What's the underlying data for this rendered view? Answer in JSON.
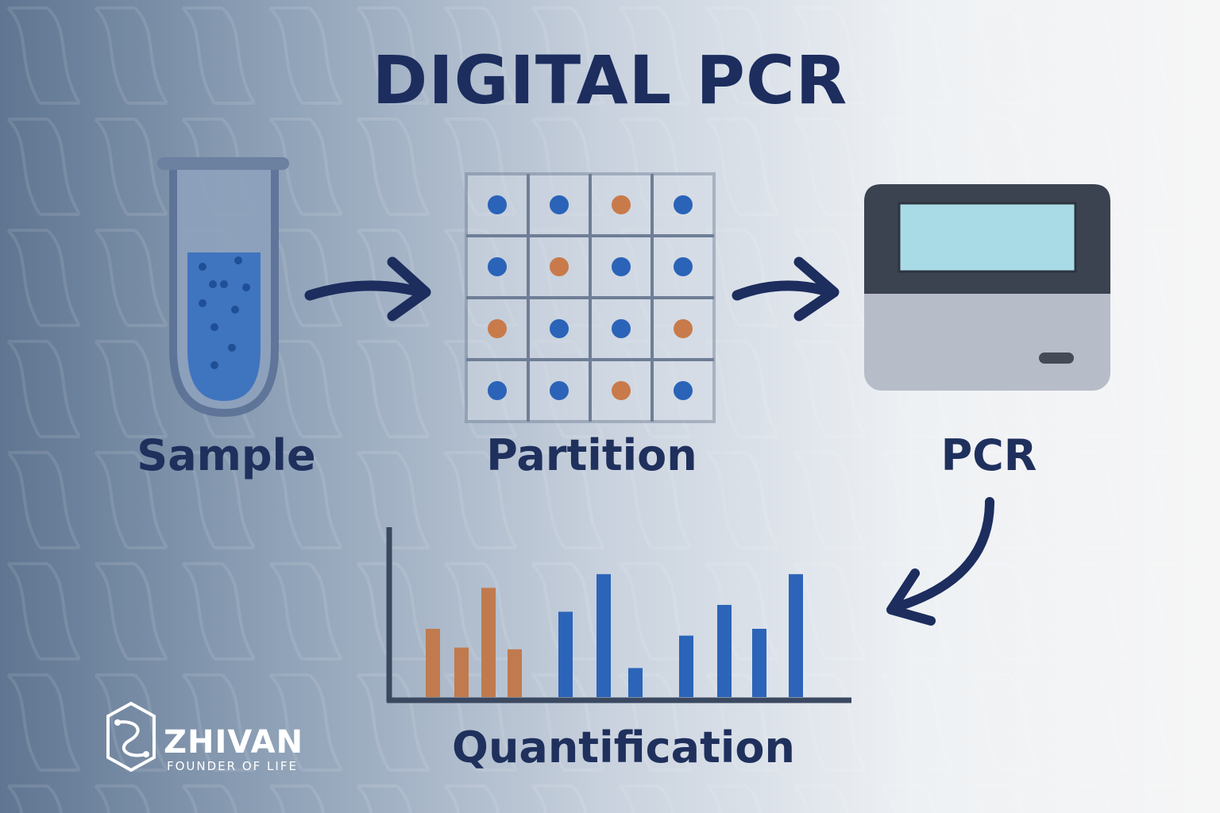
{
  "title": "DIGITAL PCR",
  "steps": {
    "sample": "Sample",
    "partition": "Partition",
    "pcr": "PCR",
    "quantification": "Quantification"
  },
  "partition_grid": [
    [
      "blue",
      "blue",
      "orange",
      "blue"
    ],
    [
      "blue",
      "orange",
      "blue",
      "blue"
    ],
    [
      "orange",
      "blue",
      "blue",
      "orange"
    ],
    [
      "blue",
      "blue",
      "orange",
      "blue"
    ]
  ],
  "quant_bars": [
    {
      "color": "orange",
      "value": 0.4
    },
    {
      "color": "orange",
      "value": 0.29
    },
    {
      "color": "orange",
      "value": 0.64
    },
    {
      "color": "orange",
      "value": 0.28
    },
    {
      "color": "blue",
      "value": 0.5
    },
    {
      "color": "blue",
      "value": 0.72
    },
    {
      "color": "blue",
      "value": 0.17
    },
    {
      "color": "blue",
      "value": 0.36
    },
    {
      "color": "blue",
      "value": 0.54
    },
    {
      "color": "blue",
      "value": 0.4
    },
    {
      "color": "blue",
      "value": 0.72
    }
  ],
  "colors": {
    "navy": "#1c2d5e",
    "blue_dot": "#2a63b8",
    "orange_dot": "#c97a4a",
    "bar_blue": "#2b64b8",
    "bar_orange": "#c07a4e",
    "screen": "#a9dbe6"
  },
  "logo": {
    "name": "ZHIVAN",
    "tagline": "FOUNDER OF LIFE",
    "icon": "zhivan-logo-icon"
  }
}
